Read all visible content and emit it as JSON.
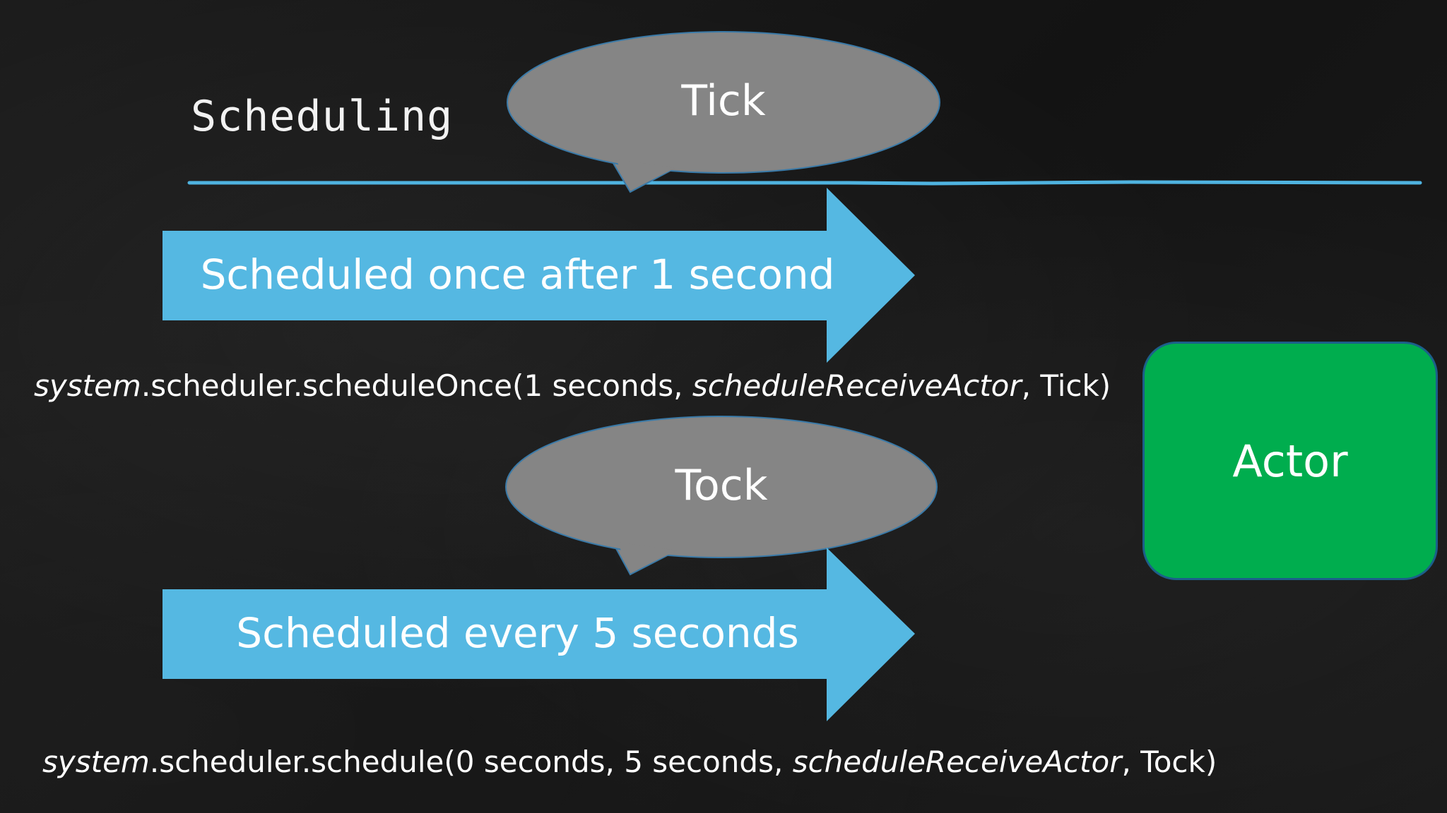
{
  "slide": {
    "title": "Scheduling",
    "colors": {
      "background": "#161616",
      "arrow": "#55b8e2",
      "divider": "#4fb3e0",
      "bubble": "#858585",
      "actor": "#00ad4e"
    }
  },
  "diagram": {
    "arrow_once": {
      "label": "Scheduled once after 1 second"
    },
    "arrow_every": {
      "label": "Scheduled every 5 seconds"
    },
    "bubble_tick": {
      "label": "Tick"
    },
    "bubble_tock": {
      "label": "Tock"
    },
    "actor": {
      "label": "Actor"
    },
    "code_once": {
      "system": "system",
      "call": ".scheduler.scheduleOnce(1 seconds, ",
      "receiver": "scheduleReceiveActor",
      "tail": ", Tick)"
    },
    "code_every": {
      "system": "system",
      "call": ".scheduler.schedule(0 seconds, 5 seconds, ",
      "receiver": "scheduleReceiveActor",
      "tail": ", Tock)"
    }
  }
}
